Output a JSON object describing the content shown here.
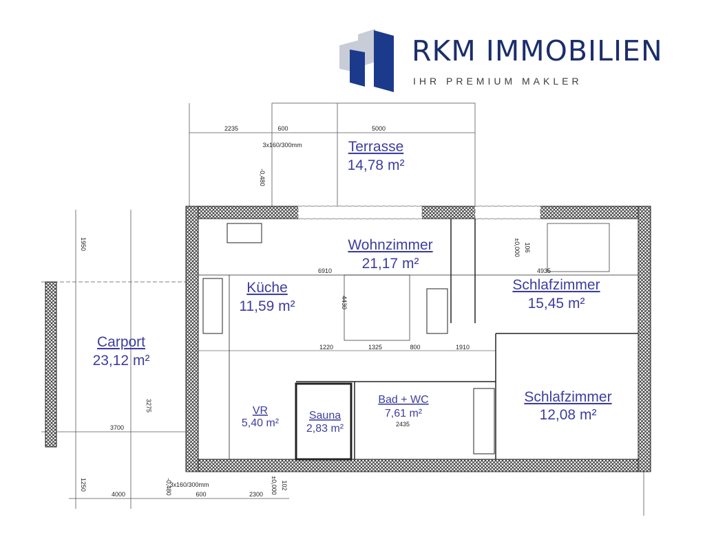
{
  "logo": {
    "brand": "RKM IMMOBILIEN",
    "tagline": "IHR PREMIUM MAKLER",
    "colors": {
      "dark": "#1b3a8c",
      "light": "#c8ccd6"
    }
  },
  "rooms": [
    {
      "name": "Terrasse",
      "area": "14,78 m²"
    },
    {
      "name": "Wohnzimmer",
      "area": "21,17 m²"
    },
    {
      "name": "Küche",
      "area": "11,59 m²"
    },
    {
      "name": "Schlafzimmer",
      "area": "15,45 m²"
    },
    {
      "name": "Carport",
      "area": "23,12 m²"
    },
    {
      "name": "VR",
      "area": "5,40 m²"
    },
    {
      "name": "Sauna",
      "area": "2,83 m²"
    },
    {
      "name": "Bad + WC",
      "area": "7,61 m²"
    },
    {
      "name": "Schlafzimmer",
      "area": "12,08 m²"
    }
  ],
  "dimensions": {
    "top": [
      "2235",
      "600",
      "5000"
    ],
    "stair_top": "3x160/300mm",
    "stair_bottom": "3x160/300mm",
    "level_terrace": "-0,480",
    "level_carport": "-0,480",
    "level_room": "±0,000",
    "level_entry": "±0,000",
    "room_no_top": "106",
    "room_no_bottom": "102",
    "inner": [
      "6910",
      "4935",
      "4430",
      "1220",
      "1325",
      "1910",
      "2435",
      "800",
      "3700",
      "4000",
      "2300",
      "1950",
      "3275",
      "1250",
      "600"
    ]
  },
  "label_color": "#3d3d9e"
}
